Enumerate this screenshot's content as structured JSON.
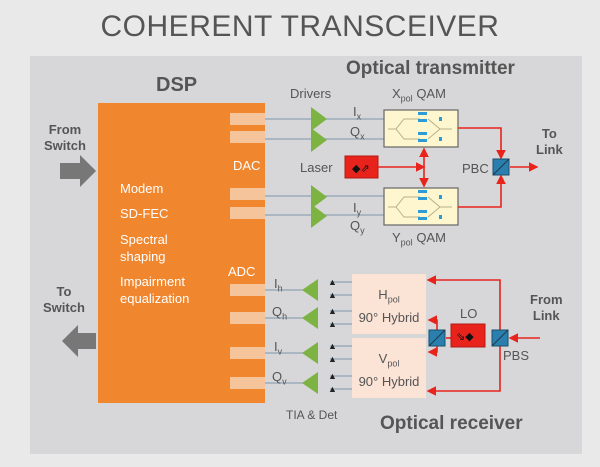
{
  "title": "COHERENT TRANSCEIVER",
  "dsp": {
    "heading": "DSP",
    "functions": [
      "Modem",
      "SD-FEC",
      "Spectral",
      "shaping",
      "Impairment",
      "equalization"
    ],
    "dac_label": "DAC",
    "adc_label": "ADC"
  },
  "left": {
    "from_switch": [
      "From",
      "Switch"
    ],
    "to_switch": [
      "To",
      "Switch"
    ]
  },
  "transmitter": {
    "heading": "Optical transmitter",
    "drivers_label": "Drivers",
    "x_pol": {
      "main": "X",
      "sub": "pol",
      "suffix": "QAM"
    },
    "y_pol": {
      "main": "Y",
      "sub": "pol",
      "suffix": "QAM"
    },
    "signals": [
      {
        "main": "I",
        "sub": "x"
      },
      {
        "main": "Q",
        "sub": "x"
      },
      {
        "main": "I",
        "sub": "y"
      },
      {
        "main": "Q",
        "sub": "y"
      }
    ],
    "laser_label": "Laser",
    "pbc_label": "PBC",
    "to_link": [
      "To",
      "Link"
    ]
  },
  "receiver": {
    "heading": "Optical receiver",
    "signals": [
      {
        "main": "I",
        "sub": "h"
      },
      {
        "main": "Q",
        "sub": "h"
      },
      {
        "main": "I",
        "sub": "v"
      },
      {
        "main": "Q",
        "sub": "v"
      }
    ],
    "h_hybrid": {
      "main": "H",
      "sub": "pol",
      "line2": "90° Hybrid"
    },
    "v_hybrid": {
      "main": "V",
      "sub": "pol",
      "line2": "90° Hybrid"
    },
    "lo_label": "LO",
    "pbs_label": "PBS",
    "from_link": [
      "From",
      "Link"
    ],
    "tia_label": "TIA  & Det"
  },
  "colors": {
    "dsp_orange": "#f0862e",
    "port_light": "#f6c49a",
    "driver_green": "#7cb342",
    "optical_red": "#e8231c",
    "splitter_blue": "#2a7fae",
    "modulator_fill": "#fdf6cf",
    "hybrid_fill": "#fbe3d6"
  }
}
